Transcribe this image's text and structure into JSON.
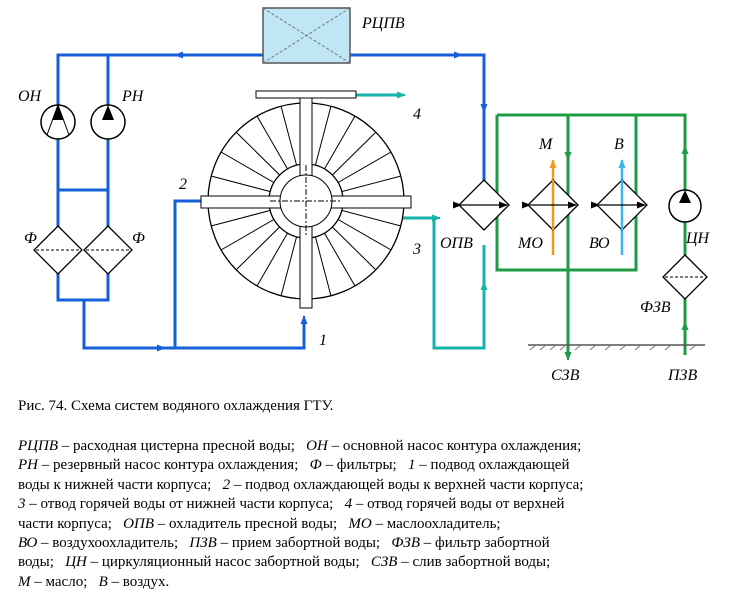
{
  "diagram": {
    "colors": {
      "blue": "#1560d8",
      "teal": "#16b3a8",
      "green": "#1e9a45",
      "orange": "#f39a1e",
      "lightblue": "#39b6ea",
      "tank_fill": "#bfe6f5"
    },
    "labels": {
      "tank": "РЦПВ",
      "main_pump": "ОН",
      "reserve_pump": "РН",
      "filter_left": "Ф",
      "filter_right": "Ф",
      "port_1": "1",
      "port_2": "2",
      "port_3": "3",
      "port_4": "4",
      "fresh_cooler": "ОПВ",
      "oil": "М",
      "oil_cooler": "МО",
      "air": "В",
      "air_cooler": "ВО",
      "circ_pump": "ЦН",
      "sea_filter": "ФЗВ",
      "sea_discharge": "СЗВ",
      "sea_intake": "ПЗВ"
    }
  },
  "caption": "Рис. 74. Схема систем водяного охлаждения ГТУ.",
  "legend": {
    "l1": {
      "a": "РЦПВ",
      "b": " – расходная цистерна пресной воды;   ",
      "c": "ОН",
      "d": " – основной насос контура охлаждения;"
    },
    "l2": {
      "a": "РН",
      "b": " – резервный насос контура охлаждения;   ",
      "c": "Ф",
      "d": " – фильтры;   ",
      "e": "1",
      "f": " – подвод охлаждающей"
    },
    "l3": {
      "a": "воды к нижней части корпуса;   ",
      "b": "2",
      "c": " – подвод охлаждающей воды к верхней части корпуса;"
    },
    "l4": {
      "a": "3",
      "b": " – отвод горячей воды от нижней части корпуса;   ",
      "c": "4",
      "d": " – отвод горячей воды от верхней"
    },
    "l5": {
      "a": "части корпуса;   ",
      "b": "ОПВ",
      "c": " – охладитель пресной воды;   ",
      "d": "МО",
      "e": " – маслоохладитель;"
    },
    "l6": {
      "a": "ВО",
      "b": " – воздухоохладитель;   ",
      "c": "ПЗВ",
      "d": " – прием забортной воды;   ",
      "e": "ФЗВ",
      "f": " – фильтр забортной"
    },
    "l7": {
      "a": "воды;   ",
      "b": "ЦН",
      "c": " – циркуляционный насос забортной воды;   ",
      "d": "СЗВ",
      "e": " – слив забортной воды;"
    },
    "l8": {
      "a": "М",
      "b": " – масло;   ",
      "c": "В",
      "d": " – воздух."
    }
  }
}
